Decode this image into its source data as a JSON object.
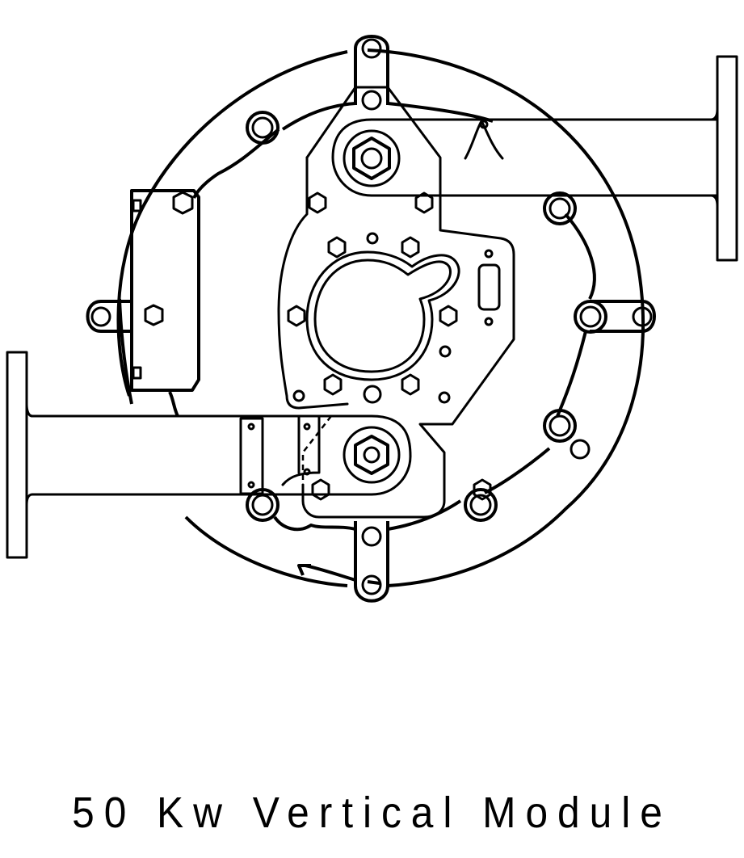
{
  "figure": {
    "caption": "50 Kw Vertical Module",
    "stroke_color": "#000000",
    "background_color": "#ffffff",
    "components": [
      {
        "name": "housing-ring",
        "label": "circular flywheel housing"
      },
      {
        "name": "mounting-lugs",
        "label": "top, bottom, left and right mounting lugs"
      },
      {
        "name": "upper-pinion-gear",
        "label": "upper hex nut drive"
      },
      {
        "name": "lower-pinion-gear",
        "label": "lower splined drive"
      },
      {
        "name": "center-opening",
        "label": "central bore with keyhole recess"
      },
      {
        "name": "upper-right-arm",
        "label": "right-side flanged arm"
      },
      {
        "name": "lower-left-arm",
        "label": "left-side flanged arm"
      },
      {
        "name": "left-bracket",
        "label": "left rectangular bracket"
      }
    ]
  }
}
